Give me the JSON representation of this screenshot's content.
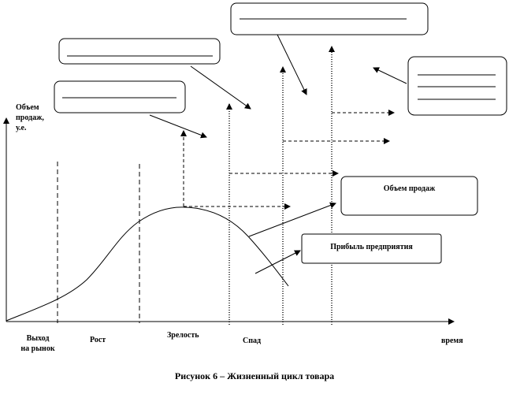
{
  "diagram": {
    "y_axis_label": [
      "Объем",
      "продаж,",
      "у.е."
    ],
    "x_axis_label": "время",
    "stages": [
      "Выход на рынок",
      "Рост",
      "Зрелость",
      "Спад"
    ],
    "stage_lines": [
      "Выход",
      "на рынок"
    ],
    "boxes": {
      "sales": "Объем продаж",
      "profit": "Прибыль предприятия"
    },
    "caption": "Рисунок 6 – Жизненный цикл товара"
  }
}
